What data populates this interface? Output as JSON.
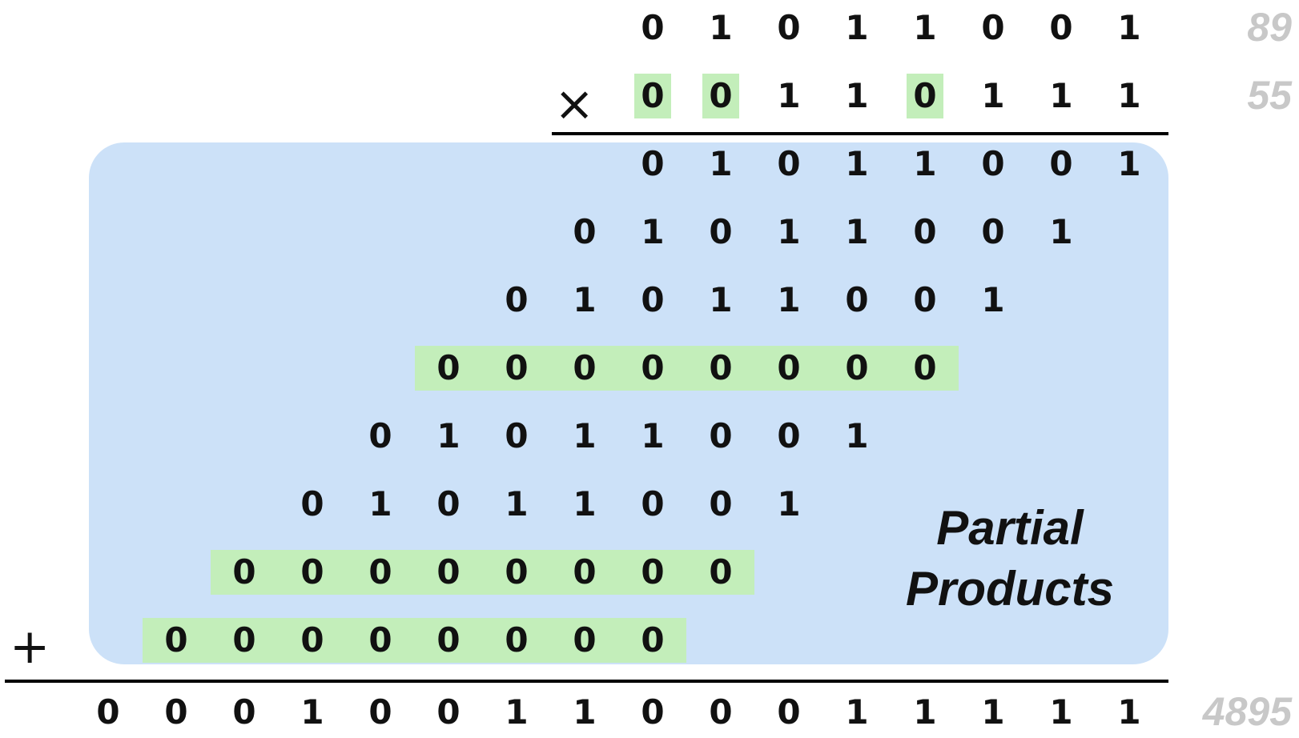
{
  "multiplicand": {
    "bits": [
      "0",
      "1",
      "0",
      "1",
      "1",
      "0",
      "0",
      "1"
    ],
    "decimal": "89"
  },
  "multiplier": {
    "bits": [
      "0",
      "0",
      "1",
      "1",
      "0",
      "1",
      "1",
      "1"
    ],
    "highlighted": [
      true,
      true,
      false,
      false,
      true,
      false,
      false,
      false
    ],
    "decimal": "55"
  },
  "operators": {
    "times": "×",
    "plus": "+"
  },
  "partial_products": {
    "label_line1": "Partial",
    "label_line2": "Products",
    "rows": [
      {
        "bits": [
          "0",
          "1",
          "0",
          "1",
          "1",
          "0",
          "0",
          "1"
        ],
        "shift": 0,
        "highlighted": false
      },
      {
        "bits": [
          "0",
          "1",
          "0",
          "1",
          "1",
          "0",
          "0",
          "1"
        ],
        "shift": 1,
        "highlighted": false
      },
      {
        "bits": [
          "0",
          "1",
          "0",
          "1",
          "1",
          "0",
          "0",
          "1"
        ],
        "shift": 2,
        "highlighted": false
      },
      {
        "bits": [
          "0",
          "0",
          "0",
          "0",
          "0",
          "0",
          "0",
          "0"
        ],
        "shift": 3,
        "highlighted": true
      },
      {
        "bits": [
          "0",
          "1",
          "0",
          "1",
          "1",
          "0",
          "0",
          "1"
        ],
        "shift": 4,
        "highlighted": false
      },
      {
        "bits": [
          "0",
          "1",
          "0",
          "1",
          "1",
          "0",
          "0",
          "1"
        ],
        "shift": 5,
        "highlighted": false
      },
      {
        "bits": [
          "0",
          "0",
          "0",
          "0",
          "0",
          "0",
          "0",
          "0"
        ],
        "shift": 6,
        "highlighted": true
      },
      {
        "bits": [
          "0",
          "0",
          "0",
          "0",
          "0",
          "0",
          "0",
          "0"
        ],
        "shift": 7,
        "highlighted": true
      }
    ]
  },
  "product": {
    "bits": [
      "0",
      "0",
      "0",
      "1",
      "0",
      "0",
      "1",
      "1",
      "0",
      "0",
      "0",
      "1",
      "1",
      "1",
      "1",
      "1"
    ],
    "decimal": "4895"
  },
  "colors": {
    "panel": "#cce1f8",
    "highlight": "#c3eeba",
    "digit": "#111111",
    "decimal": "#c8c8c8"
  }
}
